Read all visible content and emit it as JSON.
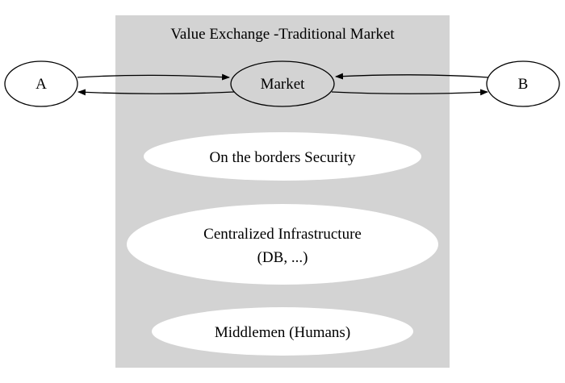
{
  "diagram": {
    "cluster": {
      "title": "Value Exchange -Traditional Market",
      "fill": "#d3d3d3"
    },
    "nodes": {
      "a": {
        "label": "A"
      },
      "b": {
        "label": "B"
      },
      "market": {
        "label": "Market",
        "fill": "#d3d3d3"
      },
      "security": {
        "label": "On the borders Security",
        "fill": "#ffffff"
      },
      "infrastructure": {
        "label_line1": "Centralized Infrastructure",
        "label_line2": "(DB, ...)",
        "fill": "#ffffff"
      },
      "middlemen": {
        "label": "Middlemen (Humans)",
        "fill": "#ffffff"
      }
    },
    "edges": [
      {
        "from": "A",
        "to": "Market"
      },
      {
        "from": "Market",
        "to": "A"
      },
      {
        "from": "B",
        "to": "Market"
      },
      {
        "from": "Market",
        "to": "B"
      }
    ],
    "colors": {
      "stroke": "#000000",
      "background": "#ffffff"
    }
  }
}
